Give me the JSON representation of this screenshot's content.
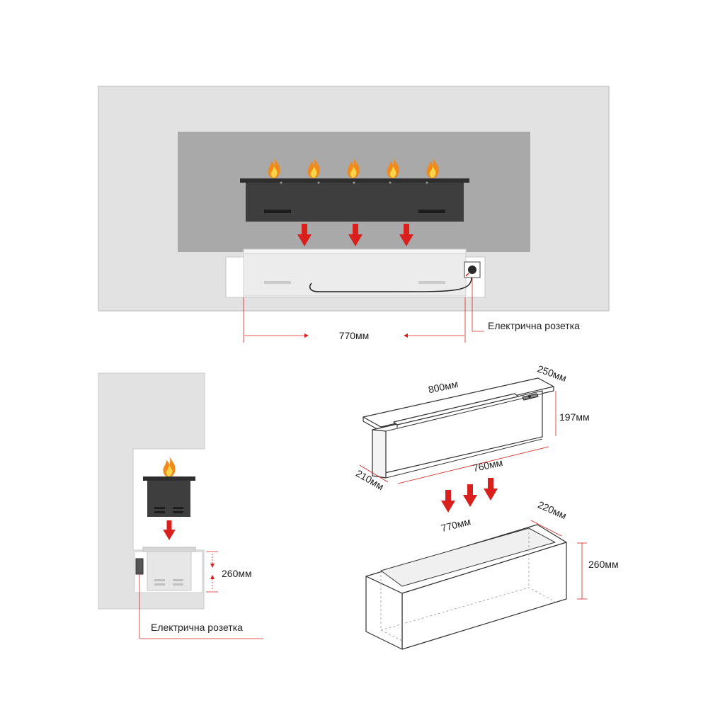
{
  "front_view": {
    "width_dimension": "770мм",
    "socket_label": "Електрична розетка"
  },
  "side_view": {
    "height_dimension": "260мм",
    "socket_label": "Електрична розетка"
  },
  "burner_unit": {
    "length": "800мм",
    "width_top": "250мм",
    "height": "197мм",
    "base_length": "760мм",
    "base_width": "210мм"
  },
  "niche_box": {
    "length": "770мм",
    "width": "220мм",
    "height": "260мм"
  },
  "colors": {
    "wall": "#e2e2e2",
    "recess": "#a9a9a9",
    "burner": "#3b3b3b",
    "niche": "#ededed",
    "arrow": "#d9201c",
    "flame_outer": "#f08a1c",
    "flame_inner": "#fbd44a",
    "line": "#333333"
  }
}
